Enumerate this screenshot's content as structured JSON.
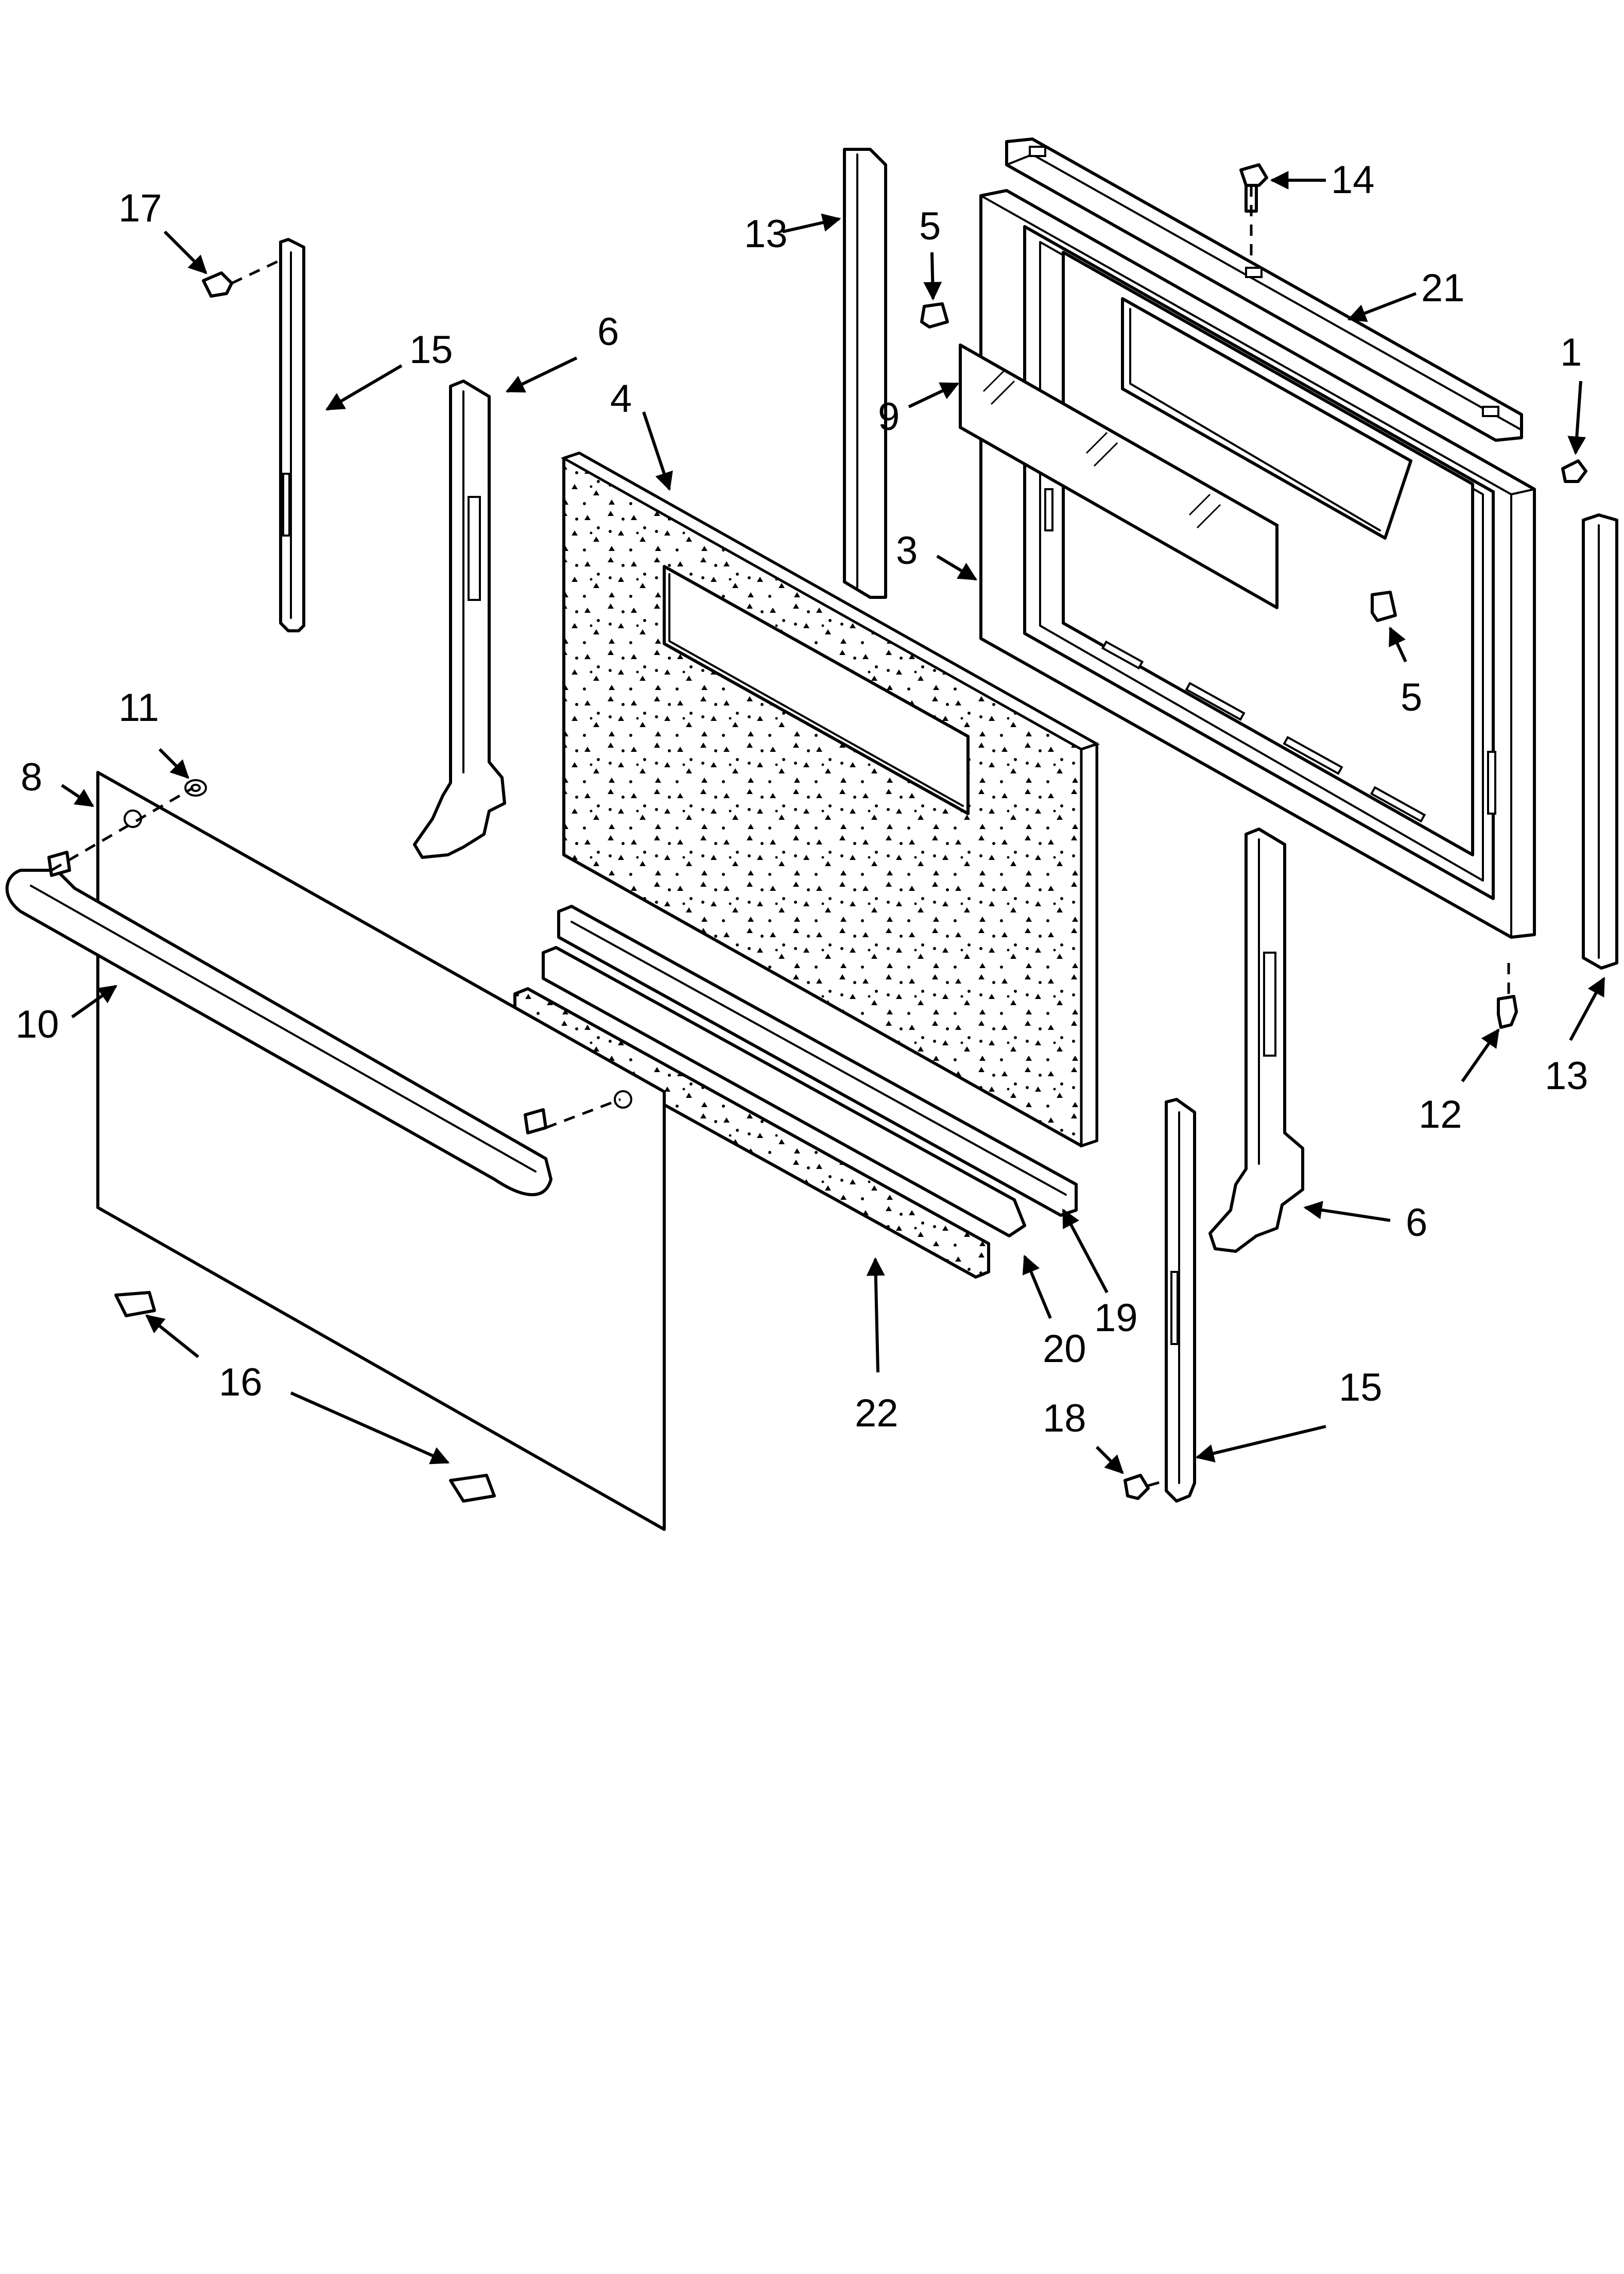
{
  "callouts": [
    {
      "id": "c-17a",
      "label": "17"
    },
    {
      "id": "c-15a",
      "label": "15"
    },
    {
      "id": "c-6a",
      "label": "6"
    },
    {
      "id": "c-4",
      "label": "4"
    },
    {
      "id": "c-13a",
      "label": "13"
    },
    {
      "id": "c-5a",
      "label": "5"
    },
    {
      "id": "c-9",
      "label": "9"
    },
    {
      "id": "c-14",
      "label": "14"
    },
    {
      "id": "c-21",
      "label": "21"
    },
    {
      "id": "c-1",
      "label": "1"
    },
    {
      "id": "c-3",
      "label": "3"
    },
    {
      "id": "c-5b",
      "label": "5"
    },
    {
      "id": "c-11",
      "label": "11"
    },
    {
      "id": "c-8",
      "label": "8"
    },
    {
      "id": "c-10",
      "label": "10"
    },
    {
      "id": "c-12",
      "label": "12"
    },
    {
      "id": "c-13b",
      "label": "13"
    },
    {
      "id": "c-6b",
      "label": "6"
    },
    {
      "id": "c-19",
      "label": "19"
    },
    {
      "id": "c-20",
      "label": "20"
    },
    {
      "id": "c-22",
      "label": "22"
    },
    {
      "id": "c-16",
      "label": "16"
    },
    {
      "id": "c-18",
      "label": "18"
    },
    {
      "id": "c-15b",
      "label": "15"
    }
  ]
}
